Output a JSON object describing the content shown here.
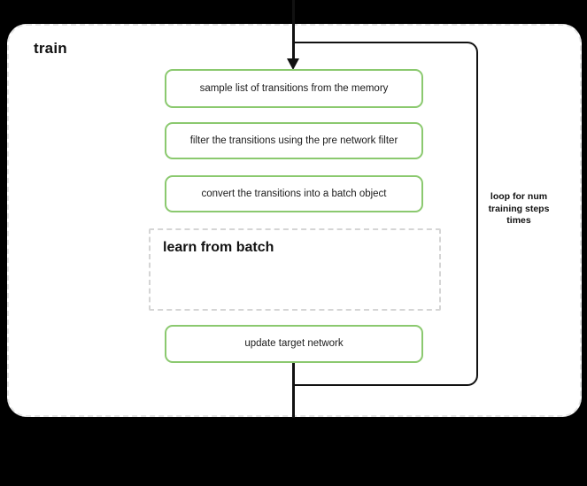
{
  "diagram": {
    "title": "train",
    "background_color": "#000000",
    "container": {
      "fill": "#ffffff",
      "border_color": "#e3e3e3",
      "border_style": "dashed"
    },
    "accent_color": "#8bc96f",
    "line_color": "#111111"
  },
  "steps": [
    {
      "id": "sample",
      "label": "sample list of transitions from the memory"
    },
    {
      "id": "filter",
      "label": "filter the transitions using the pre network filter"
    },
    {
      "id": "convert",
      "label": "convert the transitions into a batch object"
    },
    {
      "id": "update",
      "label": "update target network"
    }
  ],
  "subprocess": {
    "id": "learn-from-batch",
    "label": "learn from batch",
    "style": "dashed"
  },
  "annotations": {
    "loop_label": "loop for num training steps times"
  }
}
